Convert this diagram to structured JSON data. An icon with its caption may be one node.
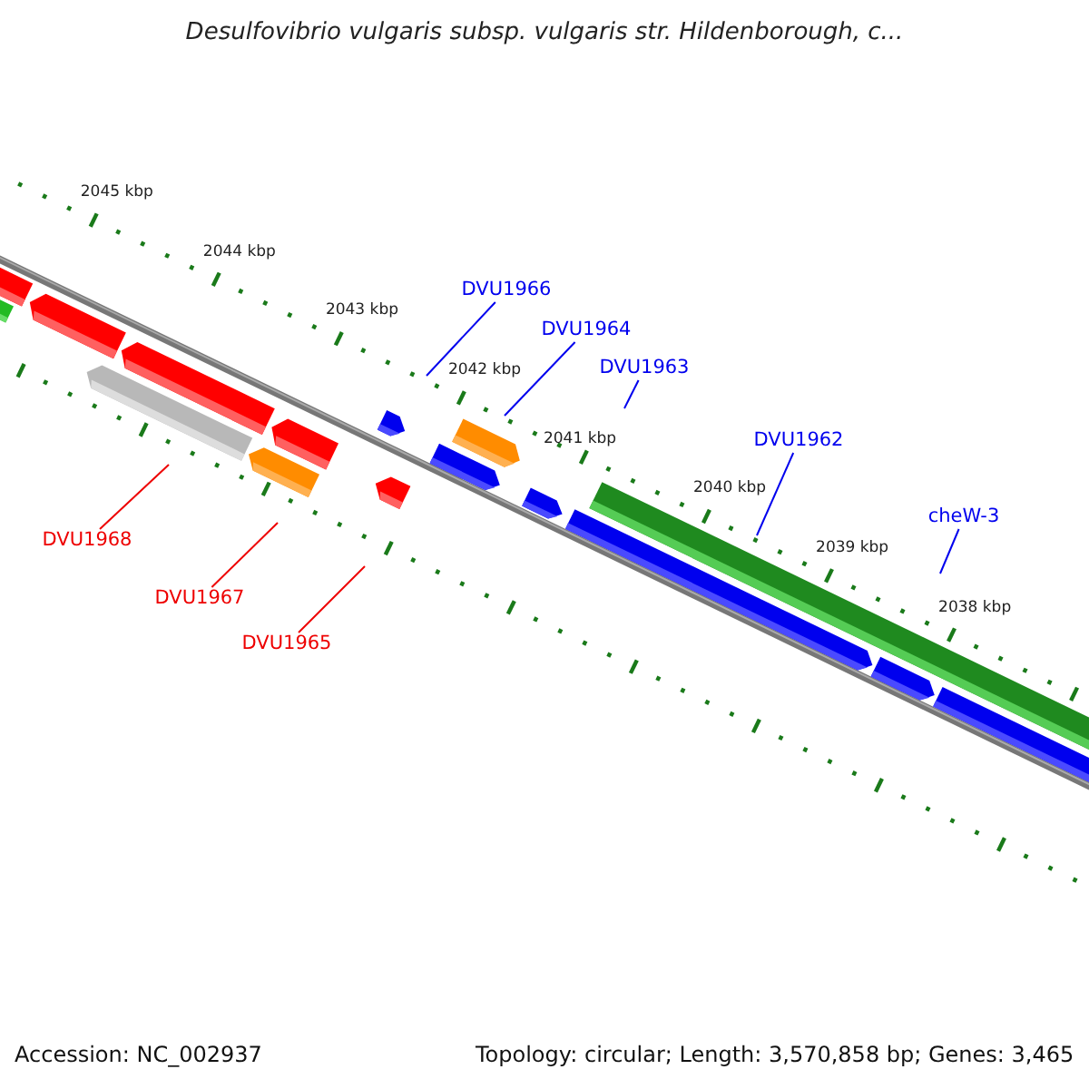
{
  "diagram": {
    "title": "Desulfovibrio vulgaris subsp. vulgaris str. Hildenborough, c...",
    "nodes": [
      {
        "text": [
          "DVU1966"
        ]
      },
      {
        "text": [
          "DVU1964"
        ]
      },
      {
        "text": [
          "DVU1963"
        ]
      },
      {
        "text": [
          "DVU1962"
        ]
      },
      {
        "text": [
          "cheW-3"
        ]
      },
      {
        "text": [
          "DVU1968"
        ]
      },
      {
        "text": [
          "DVU1967"
        ]
      },
      {
        "text": [
          "DVU1965"
        ]
      }
    ],
    "edges": [
      {
        "from": 0,
        "to": null,
        "arrow": "none"
      },
      {
        "from": 1,
        "to": null,
        "arrow": "none"
      },
      {
        "from": 2,
        "to": null,
        "arrow": "none"
      },
      {
        "from": 3,
        "to": null,
        "arrow": "none"
      },
      {
        "from": 4,
        "to": null,
        "arrow": "none"
      },
      {
        "from": 5,
        "to": null,
        "arrow": "none",
        "color": "#ee0000"
      },
      {
        "from": 6,
        "to": null,
        "arrow": "none",
        "color": "#ee0000"
      },
      {
        "from": 7,
        "to": null,
        "arrow": "none",
        "color": "#ee0000"
      }
    ],
    "labels": [
      "2045 kbp",
      "2044 kbp",
      "2043 kbp",
      "2042 kbp",
      "2041 kbp",
      "2040 kbp",
      "2039 kbp",
      "2038 kbp",
      "Accession: NC_002937",
      "Topology: circular; Length: 3,570,858 bp; Genes: 3,465"
    ]
  }
}
